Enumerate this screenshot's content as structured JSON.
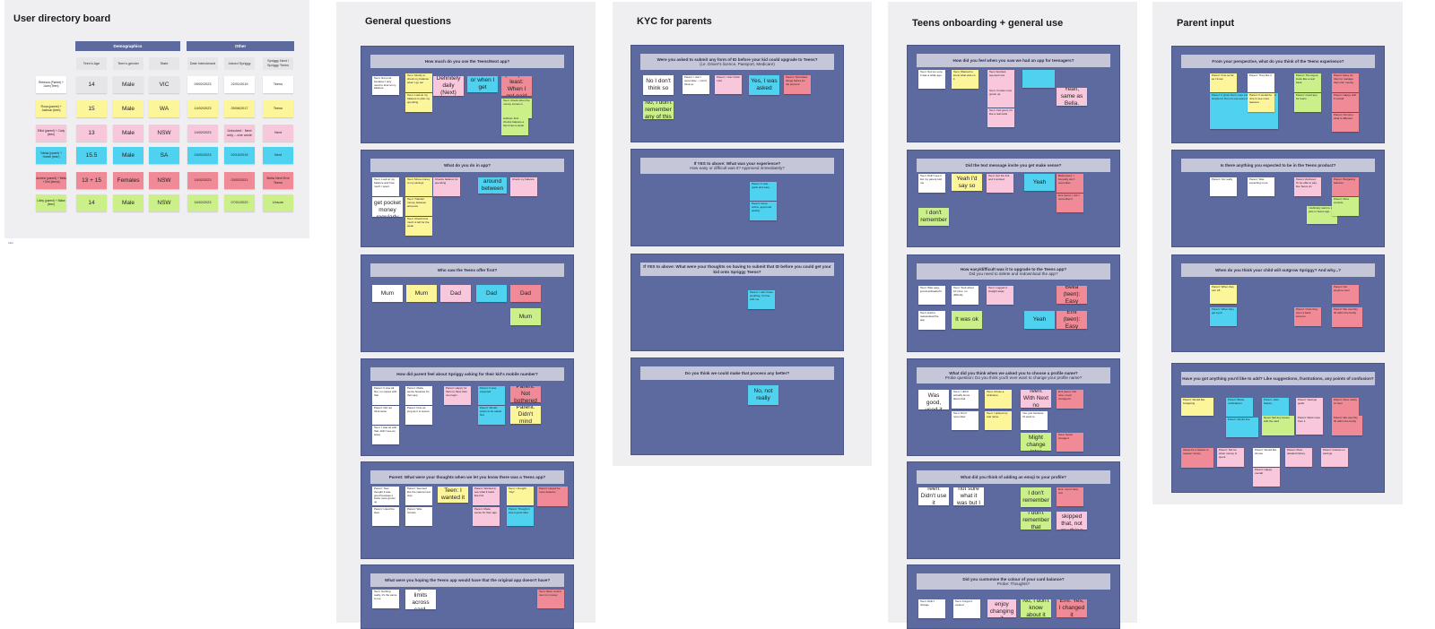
{
  "boards": {
    "directory": {
      "title": "User directory board",
      "group_demographics": "Demographics",
      "group_other": "Other",
      "headers": [
        "Teen's Age",
        "Teen's gender",
        "State",
        "Date Interviewed",
        "Joined Spriggy",
        "Spriggy Next / Spriggy Teens"
      ],
      "rows": [
        {
          "label": "Rebecca (Parent) + Liam (Teen)",
          "cells": [
            "14",
            "Male",
            "VIC",
            "09/02/2023",
            "22/01/2019",
            "Teens"
          ]
        },
        {
          "label": "Fiona (parent) + Jackson (teen)",
          "cells": [
            "15",
            "Male",
            "WA",
            "14/02/2023",
            "25/06/2017",
            "Teens"
          ]
        },
        {
          "label": "Elliot (parent) + Cody (teen)",
          "cells": [
            "13",
            "Male",
            "NSW",
            "14/02/2023",
            "Unlocked · Next only – one uncle",
            "Next"
          ]
        },
        {
          "label": "Tobias (parent) + Hunter (teen)",
          "cells": [
            "15.5",
            "Male",
            "SA",
            "15/02/2023",
            "02/10/2019",
            "Next"
          ]
        },
        {
          "label": "Andrew (parent) + Bella + Emi (teens)",
          "cells": [
            "13 + 15",
            "Females",
            "NSW",
            "15/02/2023",
            "03/02/2021",
            "Bella Next Emi Teens"
          ]
        },
        {
          "label": "Libby (parent) + Blake (teen)",
          "cells": [
            "14",
            "Male",
            "NSW",
            "16/02/2023",
            "07/01/2020",
            "Unsure"
          ]
        }
      ],
      "footnote": "miro"
    },
    "general": {
      "title": "General questions",
      "frames": [
        {
          "heading": "How much do you use the Teens/Next app?",
          "notes": [
            "Teen: Not a lot because I only need to look at my balance",
            "Teen: Mostly to check my balance when I go out",
            "Definitely daily (Next)",
            "Weekly, or when I get money",
            "Bella (teen): At least: When I get paid by my job",
            "Teen: Look at my balance to plan my spending",
            "Teen: Check when the money comes in",
            "Andrew: Emi checks balance a few times a week"
          ]
        },
        {
          "heading": "What do you do in app?",
          "notes": [
            "Teen: Look at my balance and how much I spent",
            "Teen: Move money to my savings",
            "Teen: I get pocket money regularly",
            "Teen: Transfer money between accounts",
            "Teen: Check how much is left for the week",
            "Checks balance for spending",
            "Moving money around between savings and card",
            "Check my balance"
          ]
        },
        {
          "heading": "Who saw the Teens offer first?",
          "notes": [
            "Mum",
            "Mum",
            "Dad",
            "Dad",
            "Dad",
            "Mum"
          ]
        },
        {
          "heading": "How did parent feel about Spriggy asking for their kid's mobile number?",
          "notes": [
            "Parent: It was all fine, no issues with that",
            "Parent: Made sense because it's their app",
            "Parent: Happy for them to have their own login",
            "Parent: It was expected",
            "Parent: Did not think twice",
            "Parent: Fine as long as it is secure",
            "Teen: I was ok with that, didn't see an issue",
            "Parent: Not bothered",
            "Parent: Would prefer to be asked first",
            "Parent: Didn't mind"
          ]
        },
        {
          "heading": "Parent: What were your thoughts when we let you know there was a Teens app?",
          "notes": [
            "Parent: Teen thought it was good because it looks more grown up",
            "Parent: Seemed like the natural next step",
            "Parent: Liked the idea",
            "Teen: I wanted it",
            "Parent: Wanted to see what it looks like first",
            "Teen: I thought 'Yay!'",
            "Parent: Was curious",
            "Parent: Made sense for their age",
            "Parent: Thought it was a good idea",
            "Parent: Hoped for more features"
          ]
        },
        {
          "heading": "What were you hoping the Teens app would have that the original app doesn't have?",
          "notes": [
            "Teen: Nothing really, it's the same to me",
            "Parent: Higher limits across card, savings",
            "Teen: More control over my money"
          ]
        }
      ]
    },
    "kyc": {
      "title": "KYC for parents",
      "frames": [
        {
          "heading": "Were you asked to submit any form of ID before your kid could upgrade to Teens?",
          "sub": "(i.e. Driver's licence, Passport, Medicare)",
          "notes": [
            "No I don't think so",
            "Parent: I don't remember – I don't think so",
            "Parent: I don't think I did",
            "Yes, I was asked",
            "Parent: Submitted things before for the account",
            "No, I don't remember any of this"
          ]
        },
        {
          "heading": "If YES to above: What was your experience?",
          "sub": "How easy or difficult was it? Approved immediately?",
          "notes": [
            "Parent: It was quick and easy",
            "Parent: Done online, approved quickly"
          ]
        },
        {
          "heading": "If YES to above: What were your thoughts on having to submit that ID before you could get your kid onto Spriggy Teens?",
          "sub": "",
          "notes": [
            "Parent: I don't have anything, it's fine with me"
          ]
        },
        {
          "heading": "Do you think we could make that process any better?",
          "sub": "",
          "notes": [
            "No, not really"
          ]
        }
      ]
    },
    "teens": {
      "title": "Teens onboarding + general use",
      "frames": [
        {
          "heading": "How did you feel when you saw we had an app for teenagers?",
          "sub": "",
          "notes": [
            "Teen: Not too sure, it was a while ago",
            "Teen: Wanted to know what was on it",
            "Teen: Excited, seemed cool",
            "",
            "Teen: It looks more grown up",
            "Emi (teen): Yeah, same as Bella. Didn't care",
            "Teen: Felt good, it's like a real bank"
          ]
        },
        {
          "heading": "Did the text message invite you get make sense?",
          "sub": "",
          "notes": [
            "Teen: Didn't see it but my parent told me",
            "Yeah I'd say so",
            "Teen: Got the link and it worked",
            "Yeah",
            "Bella (teen): I honestly don't remember",
            "I don't remember",
            "Emi (teen): I don't remember it"
          ]
        },
        {
          "heading": "How easy/difficult was it to upgrade to the Teens app?",
          "sub": "Did you need to delete and redownload the app?",
          "notes": [
            "Teen: Was easy, just downloaded it",
            "Teen: Took about 10 mins, no difficulty",
            "Teen: Logged in straight away",
            "Bella (teen): Easy",
            "It was ok",
            "Yeah",
            "Emi (teen): Easy",
            "Teen: Had to redownload the app"
          ]
        },
        {
          "heading": "What did you think when we asked you to choose a profile name?",
          "sub": "Probe question: Do you think you'll ever want to change your profile name?",
          "notes": [
            "Teen: Was good, used it",
            "Teen: I didn't actually know about that",
            "Teen: Chose a nickname",
            "Teen: With Next no",
            "Emi (teen): Not sure, never changed it",
            "Teen: Don't remember",
            "Teen: I picked my real name",
            "Yes, just because I'd want to",
            "Teen: Might change later",
            "Teen: Never changed"
          ]
        },
        {
          "heading": "What did you think of adding an emoji to your profile?",
          "sub": "",
          "notes": [
            "Teen: Didn't use it",
            "Teen: I'm not sure what it was but I think so",
            "I don't remember",
            "Emi: I don't have one",
            "I don't remember that",
            "Bella: I skipped that, not my thing"
          ]
        },
        {
          "heading": "Did you customise the colour of your card balance?",
          "sub": "Probe: Thoughts?",
          "notes": [
            "Teen: Didn't change",
            "Teen: Forgot it existed",
            "Yes, I enjoy changing it",
            "No, I don't know about it",
            "Emi: Yes, I changed it"
          ]
        }
      ]
    },
    "parent": {
      "title": "Parent input",
      "frames": [
        {
          "heading": "From your perspective, what do you think of the Teens experience?",
          "sub": "",
          "notes": [
            "Parent: Fine as far as I know",
            "Parent: They like it",
            "Parent: The layout looks like a real bank",
            "Parent: Easy for them to manage their own money",
            "Parent: It gives them more independence and keeps it simple for them to use every day",
            "Parent: Good app for teens",
            "Parent: Happy with it overall",
            "Parent: Not sure what is different",
            "Parent: It would be nice to see more features"
          ]
        },
        {
          "heading": "Is there anything you expected to be in the Teens product?",
          "sub": "",
          "notes": [
            "Parent: Not really",
            "Parent: Was expecting more",
            "Parent: Budgeting features",
            "Parent (Andrew): To be able to pay, like Teens do",
            "I definitely want to see jobs in Teens app",
            "Parent: More controls"
          ]
        },
        {
          "heading": "When do you think your child will outgrow Spriggy? And why...?",
          "sub": "",
          "notes": [
            "Parent: When they turn 18",
            "Parent: When they get a job",
            "Parent: Not anytime soon",
            "Parent: Once they open a bank account",
            "Parent: We use Pay ID within the family"
          ]
        },
        {
          "heading": "Have you got anything you'd like to add? Like suggestions, frustrations, any points of confusion?",
          "sub": "",
          "notes": [
            "Parent: Would like budgeting",
            "Parent: Better notifications",
            "Parent: Jobs feature",
            "Parent: Savings goals",
            "Parent: More clarity on fees",
            "Parent: Works fine",
            "Never had any issues with the card",
            "Parent: We use Pay ID within the family",
            "Parent: Want more from it",
            "Asked for a feature to request money",
            "Parent: Tell me when money is spent",
            "Parent: Would like chores",
            "Parent: More detailed history",
            "Parent: Interest on savings",
            "Parent: Happy overall"
          ]
        }
      ]
    }
  }
}
